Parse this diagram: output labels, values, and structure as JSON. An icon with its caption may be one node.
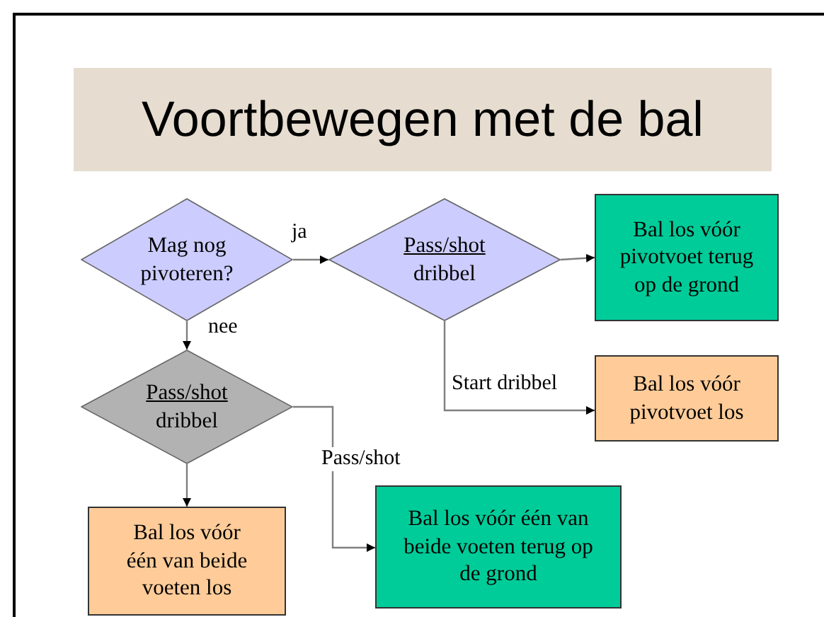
{
  "diagram": {
    "title": "Voortbewegen met de bal",
    "nodes": [
      {
        "text": [
          "Mag nog pivoteren?"
        ]
      },
      {
        "text": [
          "Pass/shot",
          "dribbel"
        ]
      },
      {
        "text": [
          "Bal los vóór pivotvoet terug op de grond"
        ]
      },
      {
        "text": [
          "Pass/shot",
          "dribbel"
        ]
      },
      {
        "text": [
          "Bal los vóór pivotvoet los"
        ]
      },
      {
        "text": [
          "Bal los vóór één van beide voeten los"
        ]
      },
      {
        "text": [
          "Bal los vóór één van beide voeten terug op de grond"
        ]
      }
    ],
    "edges": [
      {
        "from": 0,
        "to": 1,
        "arrow": "to",
        "label": "ja"
      },
      {
        "from": 0,
        "to": 3,
        "arrow": "to",
        "label": "nee"
      },
      {
        "from": 1,
        "to": 2,
        "arrow": "to"
      },
      {
        "from": 1,
        "to": 4,
        "arrow": "to",
        "label": "Start dribbel"
      },
      {
        "from": 3,
        "to": 6,
        "arrow": "to",
        "label": "Pass/shot"
      },
      {
        "from": 3,
        "to": 5,
        "arrow": "to"
      }
    ]
  }
}
